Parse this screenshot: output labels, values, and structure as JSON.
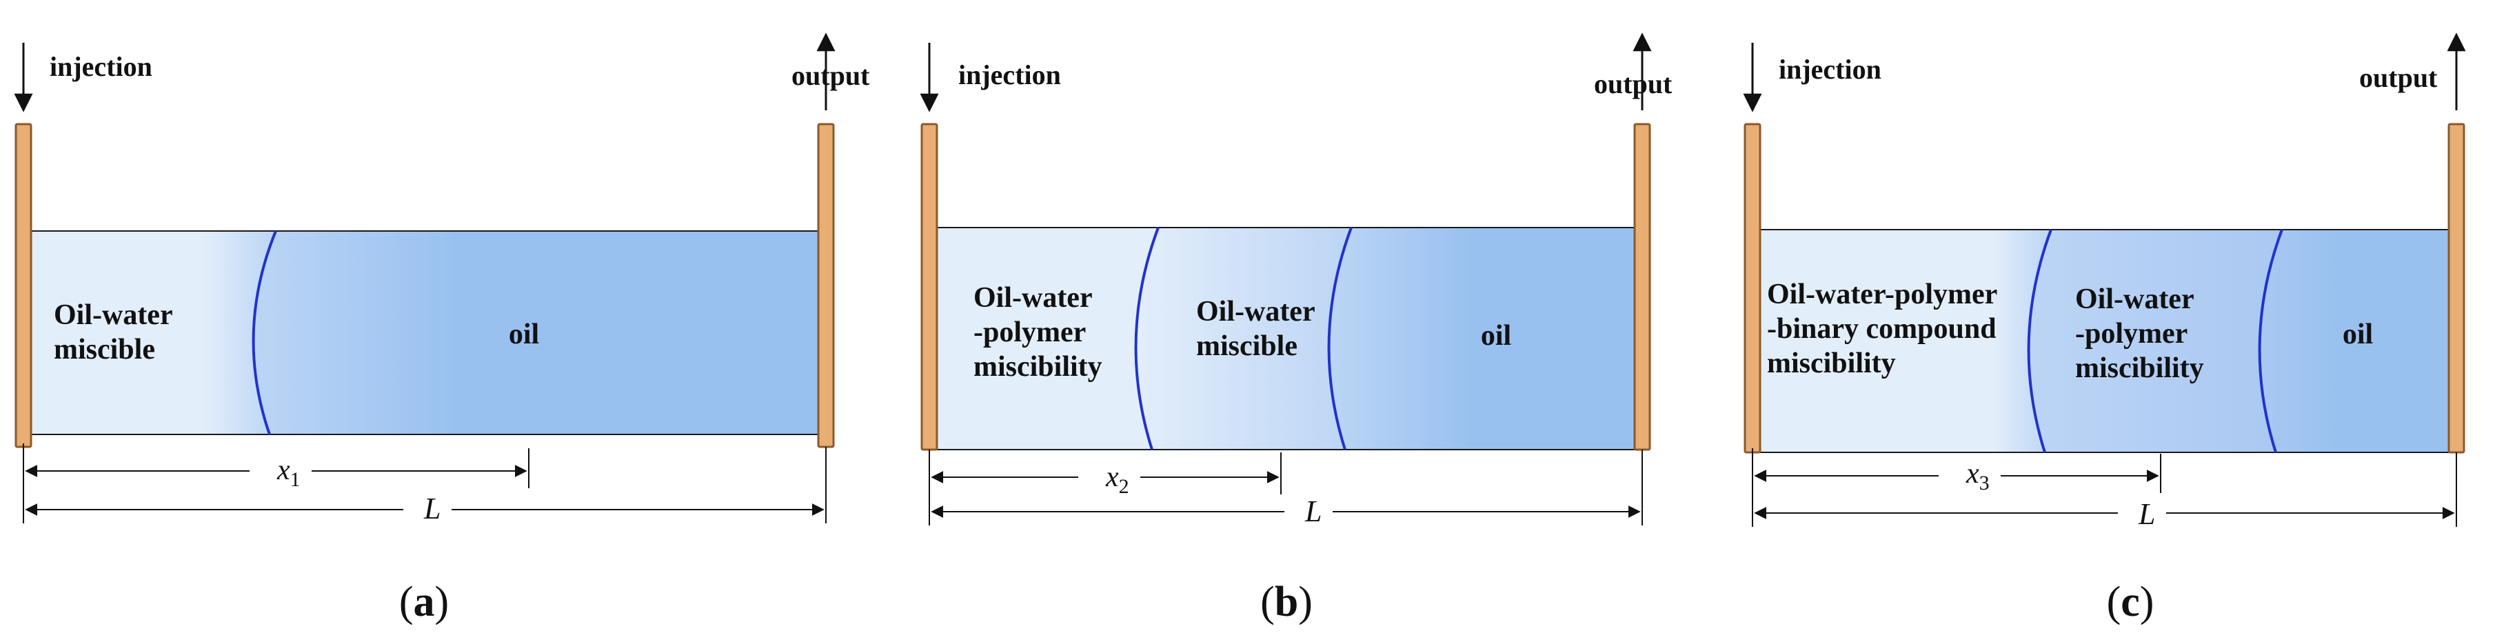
{
  "colors": {
    "pipe_fill": "#e8ae74",
    "pipe_stroke": "#8a5a2a",
    "zone_light": "#e3eefb",
    "zone_mid": "#bcd5f5",
    "zone_dark": "#99c1f0",
    "front_line": "#2233cc"
  },
  "panels": [
    {
      "injection_label": "injection",
      "output_label": "output",
      "zones": [
        "Oil-water\nmiscible",
        "oil"
      ],
      "front_dim_label": "x",
      "front_dim_sub": "1",
      "length_label": "L",
      "caption_letter": "a"
    },
    {
      "injection_label": "injection",
      "output_label": "output",
      "zones": [
        "Oil-water\n-polymer\nmiscibility",
        "Oil-water\nmiscible",
        "oil"
      ],
      "front_dim_label": "x",
      "front_dim_sub": "2",
      "length_label": "L",
      "caption_letter": "b"
    },
    {
      "injection_label": "injection",
      "output_label": "output",
      "zones": [
        "Oil-water-polymer\n-binary compound\nmiscibility",
        "Oil-water\n-polymer\nmiscibility",
        "oil"
      ],
      "front_dim_label": "x",
      "front_dim_sub": "3",
      "length_label": "L",
      "caption_letter": "c"
    }
  ]
}
